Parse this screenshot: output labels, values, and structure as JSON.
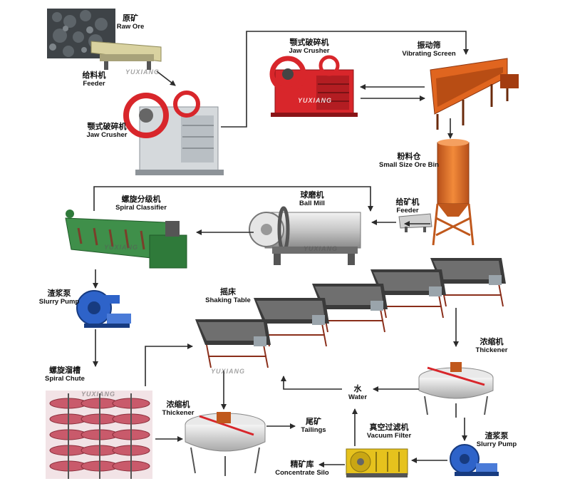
{
  "nodes": {
    "raw_ore": {
      "cn": "原矿",
      "en": "Raw Ore"
    },
    "feeder_top": {
      "cn": "给料机",
      "en": "Feeder"
    },
    "jaw_crusher_1": {
      "cn": "颚式破碎机",
      "en": "Jaw Crusher"
    },
    "jaw_crusher_2": {
      "cn": "颚式破碎机",
      "en": "Jaw Crusher"
    },
    "vibrating_screen": {
      "cn": "振动筛",
      "en": "Vibrating Screen"
    },
    "ore_bin": {
      "cn": "粉料仓",
      "en": "Small Size Ore Bin"
    },
    "feeder_mid": {
      "cn": "给矿机",
      "en": "Feeder"
    },
    "ball_mill": {
      "cn": "球磨机",
      "en": "Ball Mill"
    },
    "spiral_classifier": {
      "cn": "螺旋分级机",
      "en": "Spiral Classifier"
    },
    "slurry_pump_1": {
      "cn": "渣浆泵",
      "en": "Slurry Pump"
    },
    "shaking_table": {
      "cn": "摇床",
      "en": "Shaking Table"
    },
    "spiral_chute": {
      "cn": "螺旋溜槽",
      "en": "Spiral Chute"
    },
    "thickener_1": {
      "cn": "浓缩机",
      "en": "Thickener"
    },
    "thickener_2": {
      "cn": "浓缩机",
      "en": "Thickener"
    },
    "water": {
      "cn": "水",
      "en": "Water"
    },
    "vacuum_filter": {
      "cn": "真空过滤机",
      "en": "Vacuum Filter"
    },
    "slurry_pump_2": {
      "cn": "渣浆泵",
      "en": "Slurry Pump"
    },
    "tailings": {
      "cn": "尾矿",
      "en": "Tailings"
    },
    "concentrate_silo": {
      "cn": "精矿库",
      "en": "Concentrate Silo"
    }
  },
  "watermark": "YUXIANG",
  "colors": {
    "crusher_red": "#d8262b",
    "screen_orange": "#e0651f",
    "bin_orange": "#e8782a",
    "mill_grey": "#c9c9c9",
    "classifier_green": "#3f8f4a",
    "pump_blue": "#2e63c9",
    "chute_pink": "#c95a6b",
    "table_dark": "#3b3b3b",
    "filter_yellow": "#e6c21d",
    "arrow": "#2b2b2b"
  }
}
